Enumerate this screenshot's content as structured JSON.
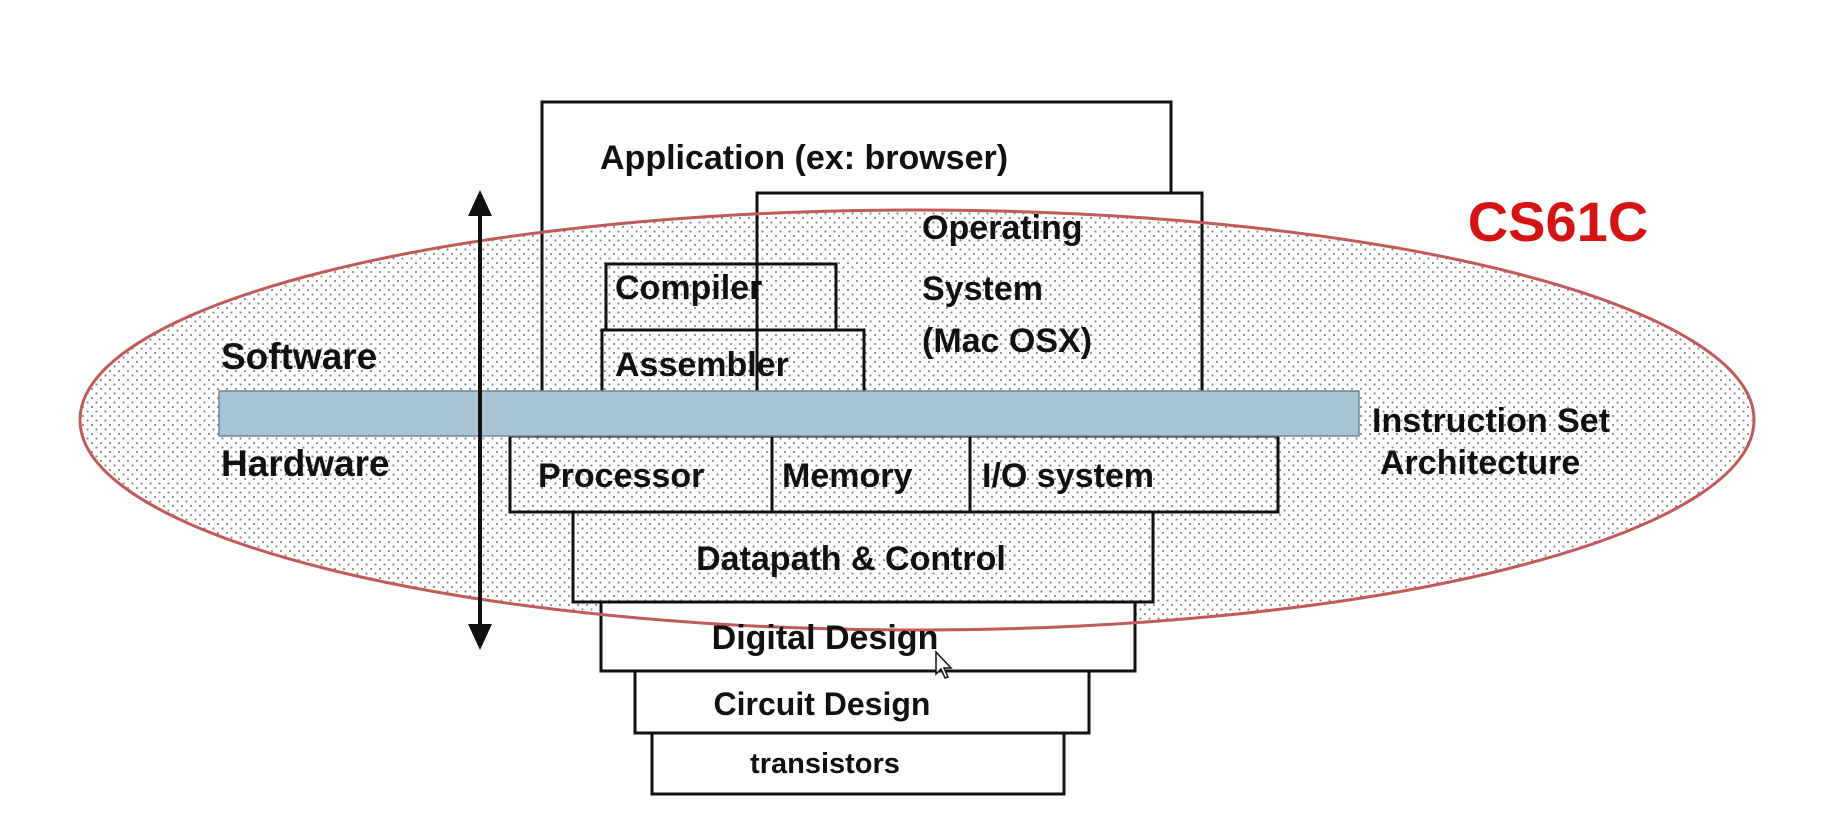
{
  "title": "CS61C",
  "side_labels": {
    "software": "Software",
    "hardware": "Hardware"
  },
  "isa_label": {
    "line1": "Instruction Set",
    "line2": "Architecture"
  },
  "software_layers": {
    "application": "Application (ex: browser)",
    "os_line1": "Operating",
    "os_line2": "System",
    "os_line3": "(Mac OSX)",
    "compiler": "Compiler",
    "assembler": "Assembler"
  },
  "hardware_layers": {
    "processor": "Processor",
    "memory": "Memory",
    "io": "I/O system",
    "datapath": "Datapath & Control",
    "digital": "Digital Design",
    "circuit": "Circuit Design",
    "transistors": "transistors"
  },
  "colors": {
    "title": "#d41414",
    "ellipse_stroke": "#c25a5a",
    "isa_bar": "#a9c4d2",
    "dots": "#8a8a8a"
  }
}
